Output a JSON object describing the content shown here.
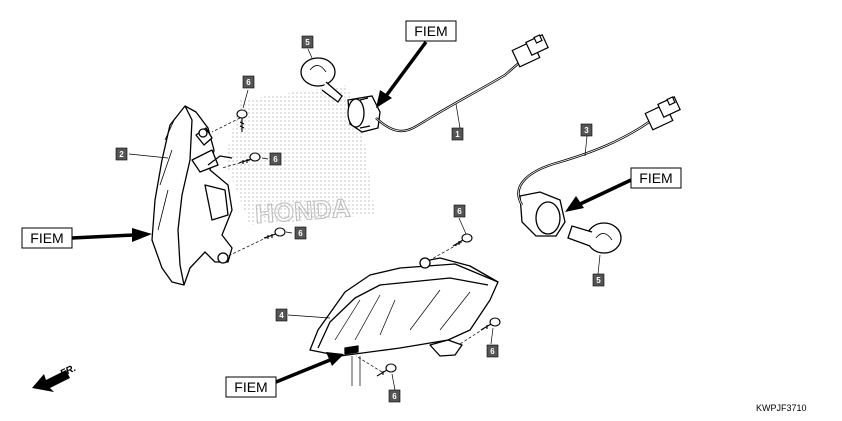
{
  "labels": {
    "fiem": "FIEM",
    "front": "FR.",
    "diagram_code": "KWPJF3710",
    "brand_watermark": "HONDA"
  },
  "callouts": {
    "harness_left": "1",
    "housing_left": "2",
    "harness_right": "3",
    "winker_right": "4",
    "bulb": "5",
    "screw": "6"
  }
}
